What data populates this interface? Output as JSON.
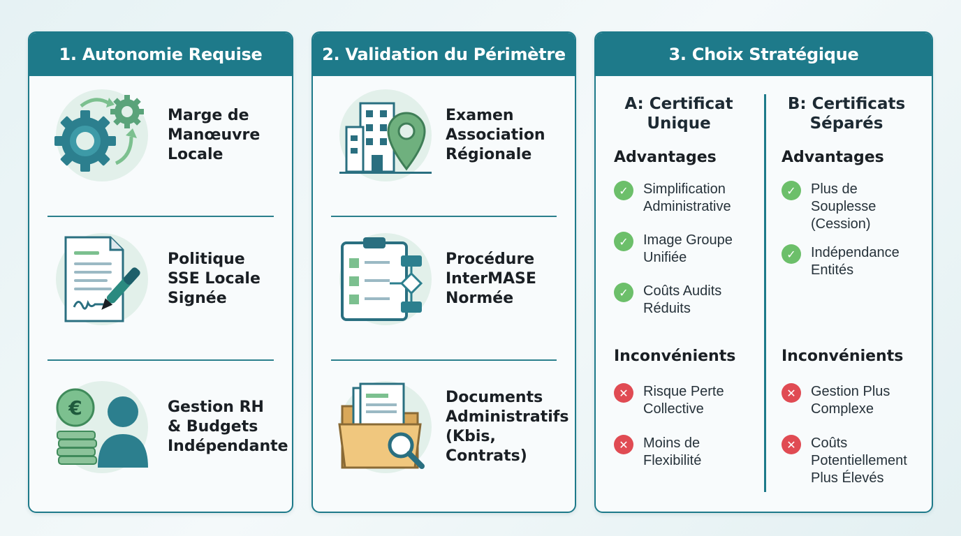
{
  "col1": {
    "title": "1. Autonomie Requise",
    "items": [
      {
        "label": "Marge de\nManœuvre\nLocale",
        "icon": "gears-icon"
      },
      {
        "label": "Politique\nSSE Locale\nSignée",
        "icon": "signed-document-icon"
      },
      {
        "label": "Gestion RH\n& Budgets\nIndépendante",
        "icon": "euro-coins-person-icon"
      }
    ]
  },
  "col2": {
    "title": "2. Validation du Périmètre",
    "items": [
      {
        "label": "Examen\nAssociation\nRégionale",
        "icon": "building-location-icon"
      },
      {
        "label": "Procédure\nInterMASE\nNormée",
        "icon": "checklist-flowchart-icon"
      },
      {
        "label": "Documents\nAdministratifs\n(Kbis, Contrats)",
        "icon": "folder-search-icon"
      }
    ]
  },
  "col3": {
    "title": "3. Choix Stratégique",
    "option_a": {
      "title": "A: Certificat\nUnique",
      "advantages_title": "Advantages",
      "advantages": [
        "Simplification\nAdministrative",
        "Image Groupe\nUnifiée",
        "Coûts Audits\nRéduits"
      ],
      "drawbacks_title": "Inconvénients",
      "drawbacks": [
        "Risque Perte\nCollective",
        "Moins de\nFlexibilité"
      ]
    },
    "option_b": {
      "title": "B: Certificats\nSéparés",
      "advantages_title": "Advantages",
      "advantages": [
        "Plus de\nSouplesse\n(Cession)",
        "Indépendance\nEntités"
      ],
      "drawbacks_title": "Inconvénients",
      "drawbacks": [
        "Gestion Plus\nComplexe",
        "Coûts\nPotentiellement\nPlus Élevés"
      ]
    }
  },
  "colors": {
    "header": "#1e7a8a",
    "pro": "#6cbf6a",
    "con": "#e04b53"
  }
}
